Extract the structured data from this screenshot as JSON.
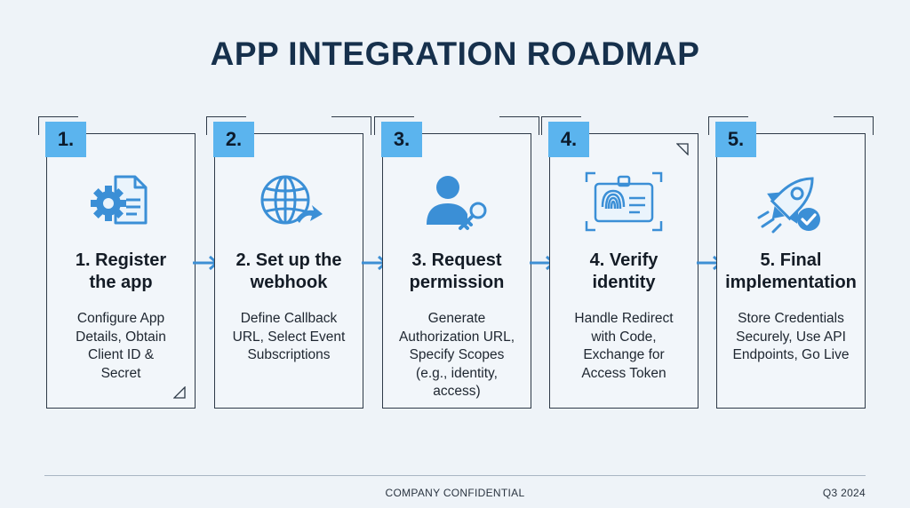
{
  "title": "APP INTEGRATION ROADMAP",
  "steps": [
    {
      "number": "1.",
      "heading_l1": "1. Register",
      "heading_l2": "the app",
      "desc": [
        "Configure App",
        "Details, Obtain",
        "Client ID &",
        "Secret"
      ],
      "icon": "gear-document-icon"
    },
    {
      "number": "2.",
      "heading_l1": "2. Set up the",
      "heading_l2": "webhook",
      "desc": [
        "Define Callback",
        "URL, Select Event",
        "Subscriptions"
      ],
      "icon": "globe-arrow-icon"
    },
    {
      "number": "3.",
      "heading_l1": "3. Request",
      "heading_l2": "permission",
      "desc": [
        "Generate",
        "Authorization URL,",
        "Specify Scopes",
        "(e.g., identity,",
        "access)"
      ],
      "icon": "user-key-icon"
    },
    {
      "number": "4.",
      "heading_l1": "4. Verify",
      "heading_l2": "identity",
      "desc": [
        "Handle Redirect",
        "with Code,",
        "Exchange for",
        "Access Token"
      ],
      "icon": "fingerprint-id-icon"
    },
    {
      "number": "5.",
      "heading_l1": "5. Final",
      "heading_l2": "implementation",
      "desc": [
        "Store Credentials",
        "Securely, Use API",
        "Endpoints, Go Live"
      ],
      "icon": "rocket-check-icon"
    }
  ],
  "footer": {
    "center": "COMPANY CONFIDENTIAL",
    "right": "Q3 2024"
  },
  "colors": {
    "accent": "#5bb4ee",
    "icon_blue": "#3b8fd6",
    "arrow": "#3d8fd4",
    "title": "#16304c"
  }
}
